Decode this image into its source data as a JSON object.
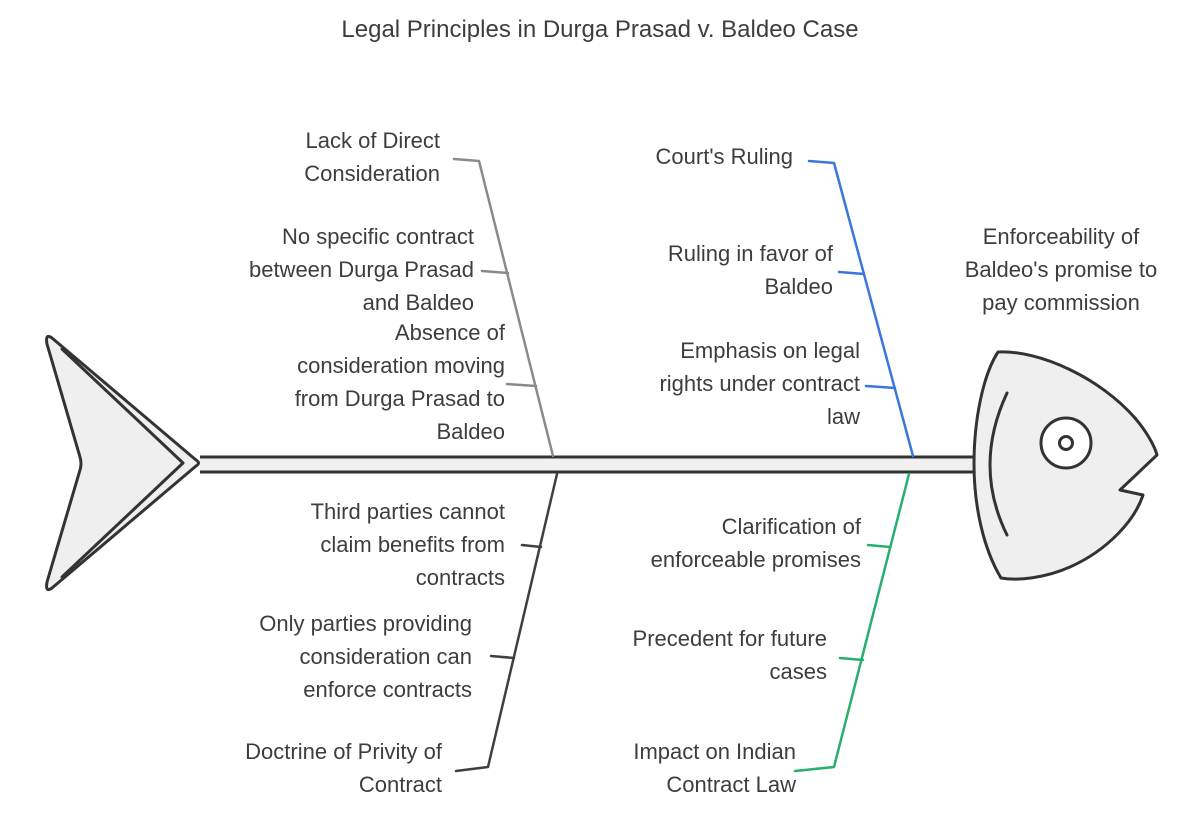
{
  "title": "Legal Principles in Durga Prasad v. Baldeo Case",
  "effect": {
    "label": "Enforceability of\nBaldeo's promise to\npay commission"
  },
  "branches": [
    {
      "label": "Lack of Direct\nConsideration",
      "color": "#8a8a8a",
      "causes": [
        "No specific contract\nbetween Durga Prasad\nand Baldeo",
        "Absence of\nconsideration moving\nfrom Durga Prasad to\nBaldeo"
      ]
    },
    {
      "label": "Court's Ruling",
      "color": "#3a76dd",
      "causes": [
        "Ruling in favor of\nBaldeo",
        "Emphasis on legal\nrights under contract\nlaw"
      ]
    },
    {
      "label": "Doctrine of Privity of\nContract",
      "color": "#3f3f3f",
      "causes": [
        "Third parties cannot\nclaim benefits from\ncontracts",
        "Only parties providing\nconsideration can\nenforce contracts"
      ]
    },
    {
      "label": "Impact on Indian\nContract Law",
      "color": "#27af6c",
      "causes": [
        "Clarification of\nenforceable promises",
        "Precedent for future\ncases"
      ]
    }
  ],
  "colors": {
    "text": "#3d3d3d",
    "fish_outline": "#333333",
    "fish_fill": "#efefef",
    "spine_fill": "#f0f0f0",
    "background": "#ffffff"
  }
}
